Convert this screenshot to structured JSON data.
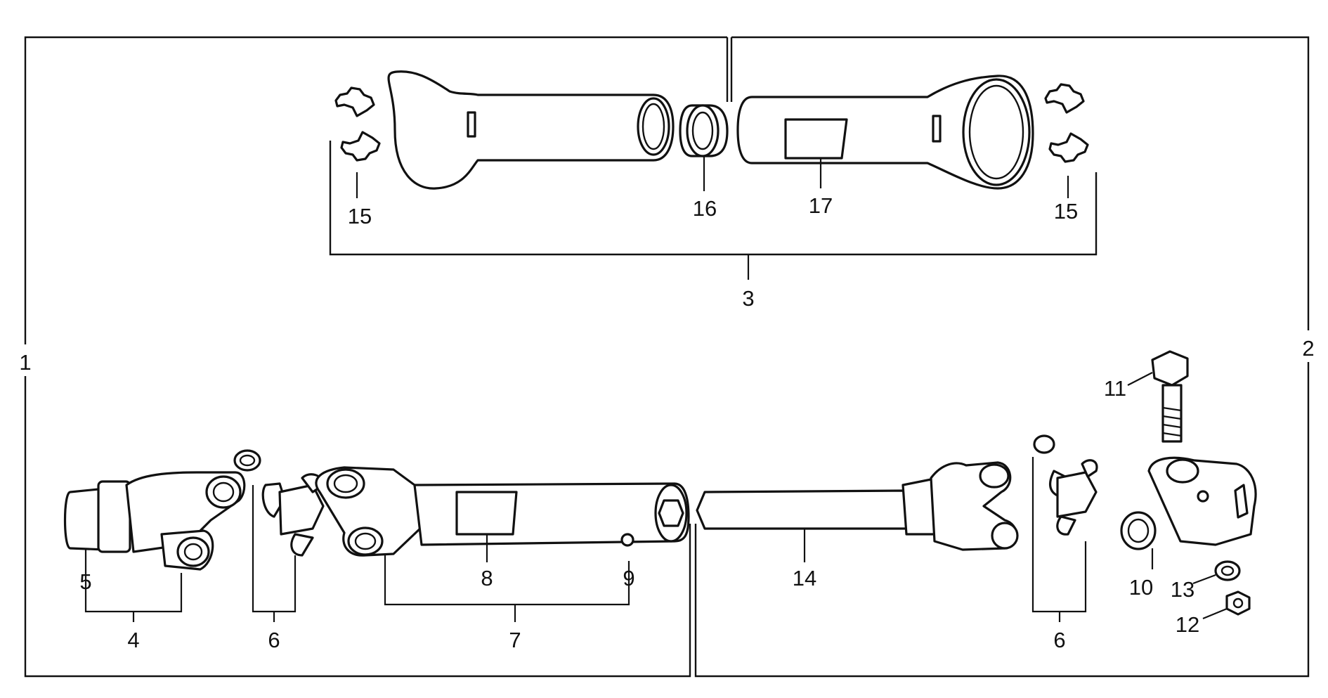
{
  "callouts": {
    "c1": "1",
    "c2": "2",
    "c3": "3",
    "c4": "4",
    "c5": "5",
    "c6_left": "6",
    "c6_right": "6",
    "c7": "7",
    "c8": "8",
    "c9": "9",
    "c10": "10",
    "c11": "11",
    "c12": "12",
    "c13": "13",
    "c14": "14",
    "c15_left": "15",
    "c15_right": "15",
    "c16": "16",
    "c17": "17"
  },
  "colors": {
    "line": "#111111",
    "background": "#ffffff"
  }
}
